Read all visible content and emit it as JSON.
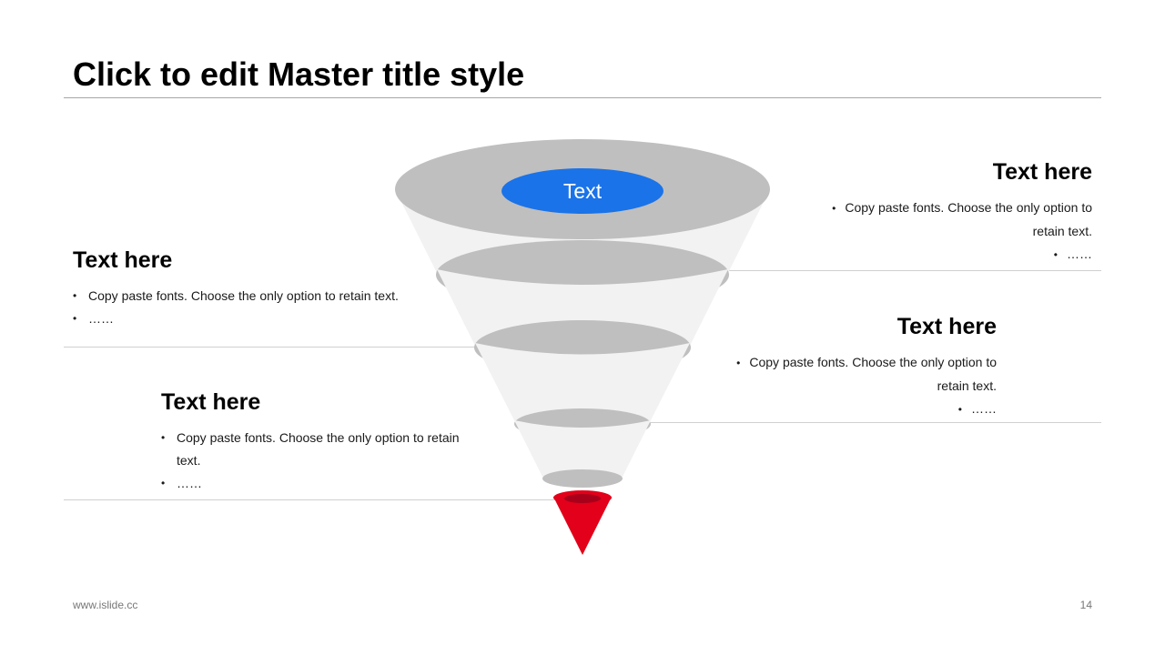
{
  "slide": {
    "title": "Click to edit Master title style"
  },
  "funnel": {
    "center_label": "Text",
    "colors": {
      "top_ellipse": "#bfbfbf",
      "segment_fill": "#f2f2f2",
      "ring": "#bfbfbf",
      "center_oval": "#1a73e8",
      "tip": "#e2001a",
      "tip_rim": "#a8001a"
    }
  },
  "blocks": [
    {
      "heading": "Text here",
      "bullets": [
        "Copy paste fonts. Choose the only option to retain text.",
        "……"
      ]
    },
    {
      "heading": "Text here",
      "bullets": [
        "Copy paste fonts. Choose the only option to retain text.",
        "……"
      ]
    },
    {
      "heading": "Text here",
      "bullets": [
        "Copy paste fonts. Choose the only option to retain text.",
        "……"
      ]
    },
    {
      "heading": "Text here",
      "bullets": [
        "Copy paste fonts. Choose the only option to retain text.",
        "……"
      ]
    }
  ],
  "footer": {
    "url": "www.islide.cc",
    "page": "14"
  }
}
